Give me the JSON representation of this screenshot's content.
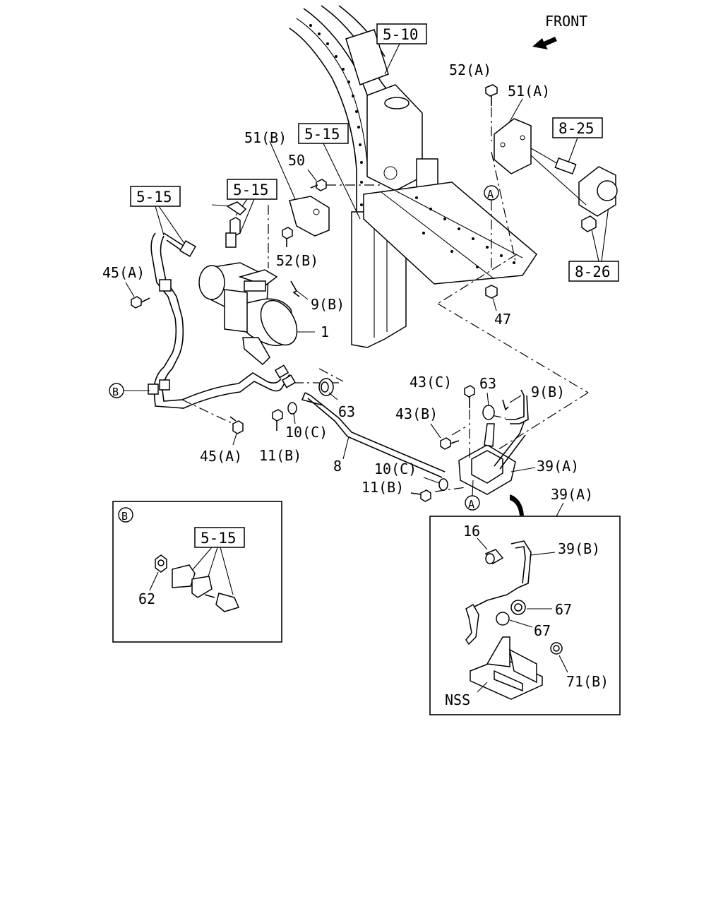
{
  "front_label": "FRONT",
  "ref_boxes": [
    {
      "id": "r510",
      "text": "5-10"
    },
    {
      "id": "r515a",
      "text": "5-15"
    },
    {
      "id": "r515b",
      "text": "5-15"
    },
    {
      "id": "r515c",
      "text": "5-15"
    },
    {
      "id": "r825",
      "text": "8-25"
    },
    {
      "id": "r826",
      "text": "8-26"
    },
    {
      "id": "r515d",
      "text": "5-15"
    }
  ],
  "labels": [
    {
      "id": "p52a",
      "text": "52(A)"
    },
    {
      "id": "p51a",
      "text": "51(A)"
    },
    {
      "id": "p51b",
      "text": "51(B)"
    },
    {
      "id": "p50",
      "text": "50"
    },
    {
      "id": "p52b",
      "text": "52(B)"
    },
    {
      "id": "p45a_top",
      "text": "45(A)"
    },
    {
      "id": "p9b_top",
      "text": "9(B)"
    },
    {
      "id": "p1",
      "text": "1"
    },
    {
      "id": "p47",
      "text": "47"
    },
    {
      "id": "p43c",
      "text": "43(C)"
    },
    {
      "id": "p63_right",
      "text": "63"
    },
    {
      "id": "p9b_right",
      "text": "9(B)"
    },
    {
      "id": "p43b",
      "text": "43(B)"
    },
    {
      "id": "p63_left",
      "text": "63"
    },
    {
      "id": "p10c_left",
      "text": "10(C)"
    },
    {
      "id": "p45a_bottom",
      "text": "45(A)"
    },
    {
      "id": "p11b_left",
      "text": "11(B)"
    },
    {
      "id": "p8",
      "text": "8"
    },
    {
      "id": "p10c_right",
      "text": "10(C)"
    },
    {
      "id": "p11b_right",
      "text": "11(B)"
    },
    {
      "id": "p39a",
      "text": "39(A)"
    },
    {
      "id": "p39a_detail",
      "text": "39(A)"
    },
    {
      "id": "p16",
      "text": "16"
    },
    {
      "id": "p39b",
      "text": "39(B)"
    },
    {
      "id": "p67a",
      "text": "67"
    },
    {
      "id": "p67b",
      "text": "67"
    },
    {
      "id": "p71b",
      "text": "71(B)"
    },
    {
      "id": "pnss",
      "text": "NSS"
    },
    {
      "id": "p62",
      "text": "62"
    }
  ],
  "circle_markers": [
    {
      "id": "mA_top",
      "text": "A"
    },
    {
      "id": "mB",
      "text": "B"
    },
    {
      "id": "mA_bottom",
      "text": "A"
    },
    {
      "id": "mB_detail",
      "text": "B"
    }
  ]
}
